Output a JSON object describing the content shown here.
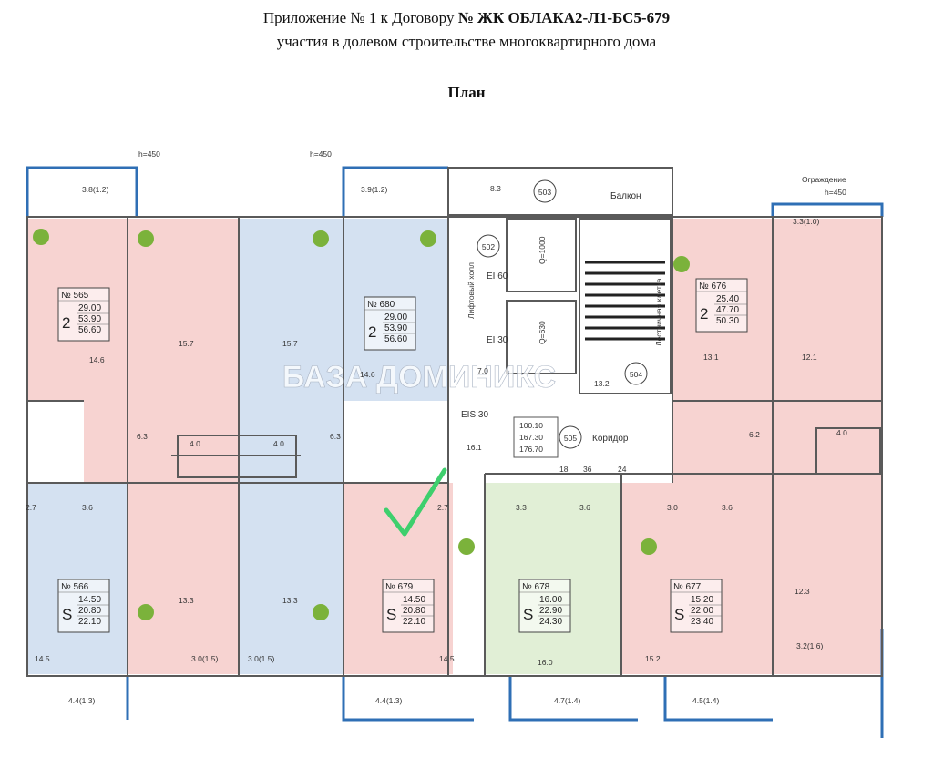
{
  "header": {
    "line1_prefix": "Приложение № 1 к Договору",
    "line1_contract": "№ ЖК ОБЛАКА2-Л1-БС5-679",
    "line2": "участия в долевом строительстве многоквартирного дома",
    "title": "План"
  },
  "watermark": "БАЗА ДОМИНИКС",
  "marks": {
    "h450": "h=450",
    "railing": "Ограждение",
    "balcony": "Балкон",
    "corridor": "Коридор",
    "lift_hall": "Лифтовый холл",
    "stair": "Лестничная клетка",
    "ei60": "EI 60",
    "ei30": "EI 30",
    "eis30": "EIS 30",
    "lift_left": "Q=1000",
    "lift_right": "Q=630"
  },
  "room_codes": [
    "502",
    "503",
    "504",
    "505"
  ],
  "core_areas": {
    "lobby": "7.0",
    "stair": "13.2",
    "corridor": "16.1",
    "top": "8.3"
  },
  "corridor_totals": [
    "100.10",
    "167.30",
    "176.70"
  ],
  "corridor_small": [
    "18",
    "36",
    "24"
  ],
  "apartments": [
    {
      "number": "№ 565",
      "rooms": "2",
      "areas": [
        "29.00",
        "53.90",
        "56.60"
      ]
    },
    {
      "number": "№ 680",
      "rooms": "2",
      "areas": [
        "29.00",
        "53.90",
        "56.60"
      ]
    },
    {
      "number": "№ 676",
      "rooms": "2",
      "areas": [
        "25.40",
        "47.70",
        "50.30"
      ]
    },
    {
      "number": "№ 566",
      "rooms": "S",
      "areas": [
        "14.50",
        "20.80",
        "22.10"
      ]
    },
    {
      "number": "№ 679",
      "rooms": "S",
      "areas": [
        "14.50",
        "20.80",
        "22.10"
      ]
    },
    {
      "number": "№ 678",
      "rooms": "S",
      "areas": [
        "16.00",
        "22.90",
        "24.30"
      ]
    },
    {
      "number": "№ 677",
      "rooms": "S",
      "areas": [
        "15.20",
        "22.00",
        "23.40"
      ]
    }
  ],
  "area_labels": {
    "a1": "15.7",
    "a2": "15.7",
    "a3": "14.6",
    "a4": "14.6",
    "a5": "13.1",
    "a6": "12.1",
    "a7": "6.3",
    "a8": "4.0",
    "a9": "4.0",
    "a10": "6.3",
    "a11": "6.2",
    "a12": "4.0",
    "a13": "2.7",
    "a14": "3.6",
    "a15": "2.7",
    "a16": "3.3",
    "a17": "3.6",
    "a18": "3.0",
    "a19": "3.6",
    "a20": "13.3",
    "a21": "13.3",
    "a22": "12.3",
    "a23": "14.5",
    "a24": "14.5",
    "a25": "16.0",
    "a26": "15.2"
  },
  "balconies": {
    "b1": "3.8(1.2)",
    "b2": "3.9(1.2)",
    "b3": "3.3(1.0)",
    "b4": "3.0(1.5)",
    "b5": "3.0(1.5)",
    "b6": "3.2(1.6)",
    "b7": "4.4(1.3)",
    "b8": "4.4(1.3)",
    "b9": "4.7(1.4)",
    "b10": "4.5(1.4)"
  },
  "colors": {
    "pink": "#f7d3d1",
    "blue": "#d4e1f1",
    "green": "#e1efd6",
    "wall": "#5a5a5a",
    "frame": "#2f6fb5",
    "check": "#3ecf6d"
  }
}
